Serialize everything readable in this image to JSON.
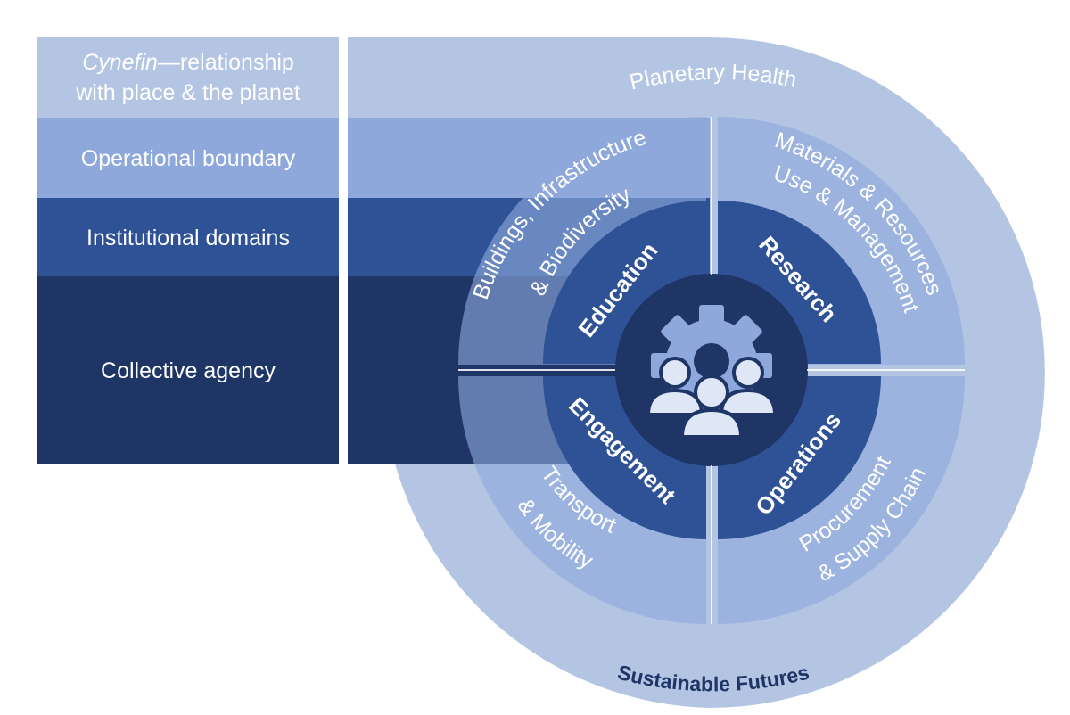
{
  "legend": {
    "rows": [
      {
        "line1_italic": "Cynefin",
        "line1_rest": "—relationship",
        "line2": "with place & the planet"
      },
      {
        "text": "Operational boundary"
      },
      {
        "text": "Institutional domains"
      },
      {
        "text": "Collective agency"
      }
    ]
  },
  "rings": {
    "outer_label": "Planetary Health",
    "bottom_label": "Sustainable Futures"
  },
  "boundary_segments": {
    "top_left": [
      "Buildings, Infrastructure",
      "& Biodiversity"
    ],
    "top_right": [
      "Materials & Resources",
      "Use & Management"
    ],
    "bottom_left": [
      "Transport",
      "& Mobility"
    ],
    "bottom_right": [
      "Procurement",
      "& Supply Chain"
    ]
  },
  "domains": {
    "top_left": "Education",
    "top_right": "Research",
    "bottom_left": "Engagement",
    "bottom_right": "Operations"
  },
  "center_icon": "people-gear-icon",
  "colors": {
    "band_light": "#b4c5e4",
    "band_mid": "#8ea8db",
    "band_strong": "#2e5295",
    "band_dark": "#1e3566",
    "segment_fill": "#8ea8db",
    "domain_fill": "#2e5295",
    "core_fill": "#1e3566"
  }
}
